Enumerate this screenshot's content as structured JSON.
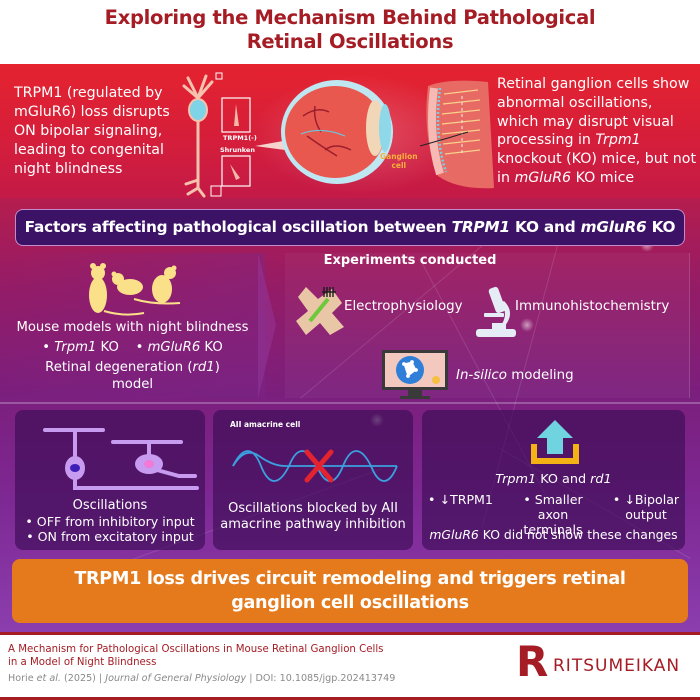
{
  "header": {
    "title_line1": "Exploring the Mechanism Behind Pathological",
    "title_line2": "Retinal Oscillations"
  },
  "top_band": {
    "left_text": "TRPM1 (regulated by mGluR6) loss disrupts ON bipolar signaling, leading to congenital night blindness",
    "bipolar_labels": {
      "trpm1_minus": "TRPM1(-)",
      "shrunken": "Shrunken"
    },
    "ganglion_label_line1": "Ganglion",
    "ganglion_label_line2": "cell",
    "right_text": {
      "part1": "Retinal ganglion cells show abnormal oscillations, which may disrupt visual processing in ",
      "italic1": "Trpm1",
      "part2": " knockout (KO) mice, but not in ",
      "italic2": "mGluR6",
      "part3": " KO mice"
    },
    "colors": {
      "band_top": "#e4232f",
      "band_bottom": "#c41a47"
    }
  },
  "factors_header": {
    "prefix": "Factors affecting pathological oscillation between ",
    "italic1": "TRPM1",
    "middle": " KO and ",
    "italic2": "mGluR6",
    "suffix": " KO"
  },
  "models": {
    "icon": "mice-icon",
    "title": "Mouse models with night blindness",
    "bullet1_italic": "Trpm1",
    "bullet1_rest": " KO",
    "bullet2_italic": "mGluR6",
    "bullet2_rest": " KO",
    "rd1_prefix": "Retinal degeneration (",
    "rd1_italic": "rd1",
    "rd1_suffix": ")",
    "rd1_line2": "model"
  },
  "experiments": {
    "title": "Experiments conducted",
    "items": [
      {
        "icon": "retina-electrode-icon",
        "label": "Electrophysiology"
      },
      {
        "icon": "microscope-icon",
        "label": "Immunohistochemistry"
      },
      {
        "icon": "computer-model-icon",
        "label_italic": "In-silico",
        "label_rest": " modeling"
      }
    ]
  },
  "cards": [
    {
      "icon": "neuron-pair-icon",
      "title": "Oscillations",
      "bullets": [
        "OFF from inhibitory input",
        "ON from excitatory input"
      ]
    },
    {
      "icon": "blocked-wave-icon",
      "small_label": "AII amacrine cell",
      "line1": "Oscillations blocked by AII",
      "line2": "amacrine pathway inhibition"
    },
    {
      "icon": "upload-arrow-icon",
      "title_italic1": "Trpm1",
      "title_middle": " KO and ",
      "title_italic2": "rd1",
      "bullets": [
        {
          "arrow": "↓",
          "text": "TRPM1"
        },
        {
          "line1": "Smaller axon",
          "line2": "terminals"
        },
        {
          "arrow": "↓",
          "line1": "Bipolar",
          "line2": "output"
        }
      ],
      "footer_italic": "mGluR6",
      "footer_rest": " KO did not show these changes"
    }
  ],
  "summary": {
    "line1": "TRPM1 loss drives circuit remodeling and triggers retinal",
    "line2": "ganglion cell oscillations",
    "color": "#e47a1c"
  },
  "footer": {
    "paper_title_line1": "A Mechanism for Pathological Oscillations in Mouse Retinal Ganglion Cells",
    "paper_title_line2": "in a Model of Night Blindness",
    "authors": "Horie ",
    "et_al": "et al.",
    "year": " (2025) | ",
    "journal": "Journal of General Physiology",
    "doi": "  | DOI: 10.1085/jgp.202413749",
    "logo_letter": "R",
    "logo_text": "RITSUMEIKAN",
    "brand_color": "#a51c24"
  }
}
